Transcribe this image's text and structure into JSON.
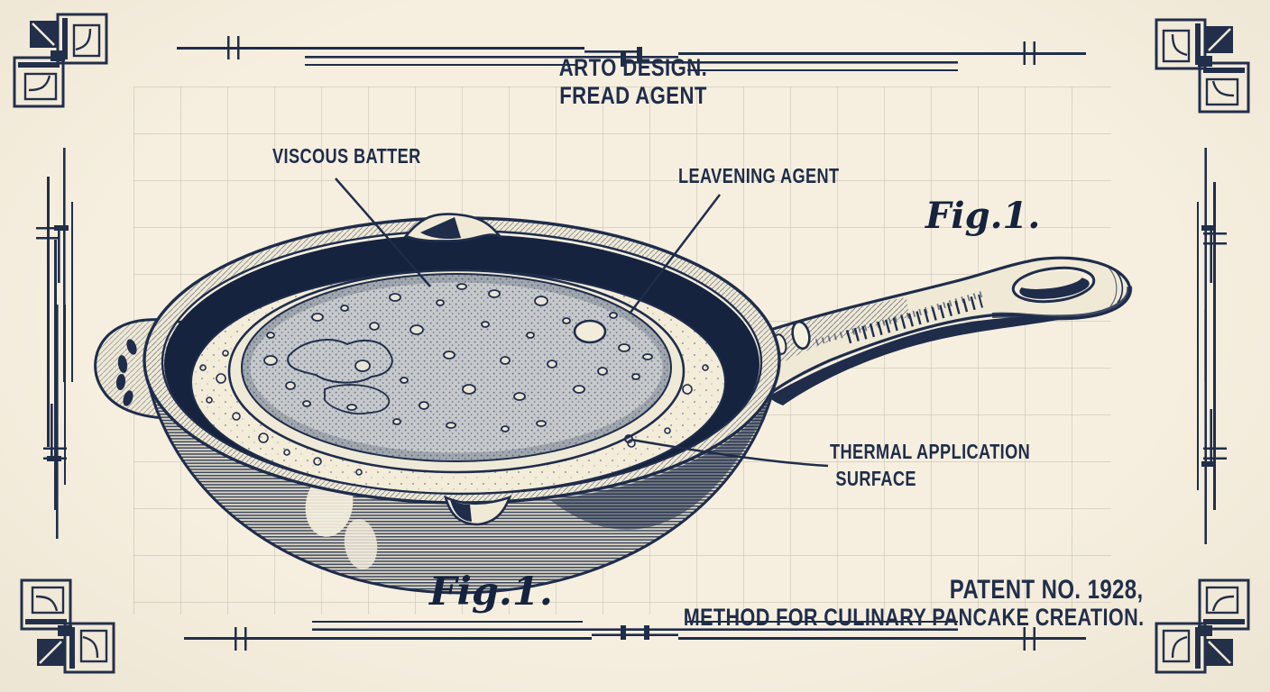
{
  "title": {
    "line1": "ARTO DESIGN.",
    "line2": "FREAD AGENT"
  },
  "figure": {
    "top": "Fig.1.",
    "bottom": "Fig.1."
  },
  "callouts": {
    "viscous_batter": "VISCOUS BATTER",
    "leavening_agent": "LEAVENING AGENT",
    "thermal_line1": "THERMAL APPLICATION",
    "thermal_line2": "SURFACE"
  },
  "footer": {
    "patent_no": "PATENT NO. 1928,",
    "method": "METHOD FOR CULINARY PANCAKE CREATION."
  },
  "colors": {
    "paper": "#f6efdf",
    "ink": "#1f2d4b",
    "ink_deep": "#16233e",
    "grid": "#c4bfb0",
    "batter": "#f3ecd9",
    "pancake": "#c6c9cb"
  }
}
